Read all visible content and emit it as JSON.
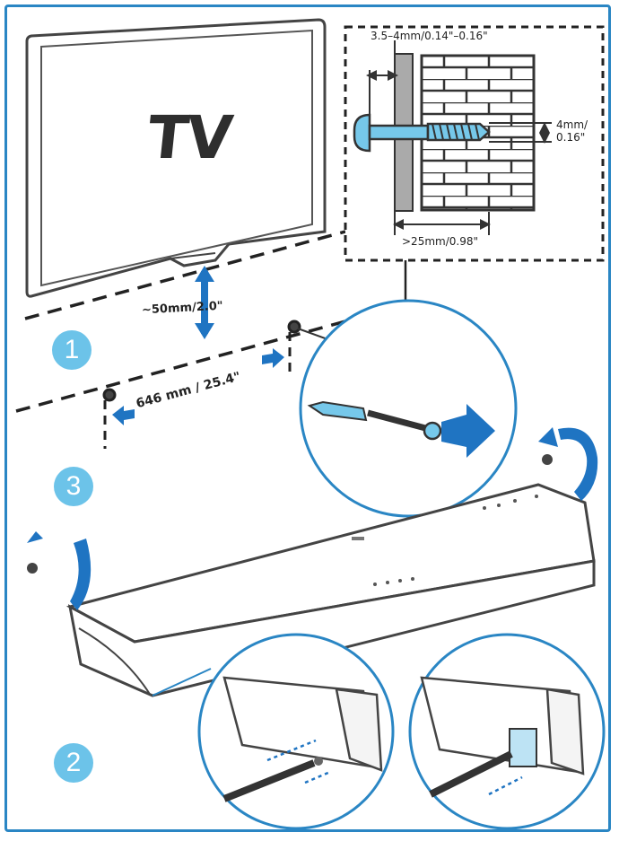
{
  "tv_label": "TV",
  "gap_label": "~50mm/2.0\"",
  "hole_distance_label": "646 mm / 25.4\"",
  "detail": {
    "head_label": "3.5–4mm/0.14\"–0.16\"",
    "diameter_label": "4mm/\n0.16\"",
    "depth_label": ">25mm/0.98\""
  },
  "steps": [
    "1",
    "2",
    "3"
  ],
  "colors": {
    "accent": "#2a86c4",
    "step_circle": "#6cc3e9",
    "arrow": "#1f74c2",
    "line": "#2b2b2b"
  }
}
